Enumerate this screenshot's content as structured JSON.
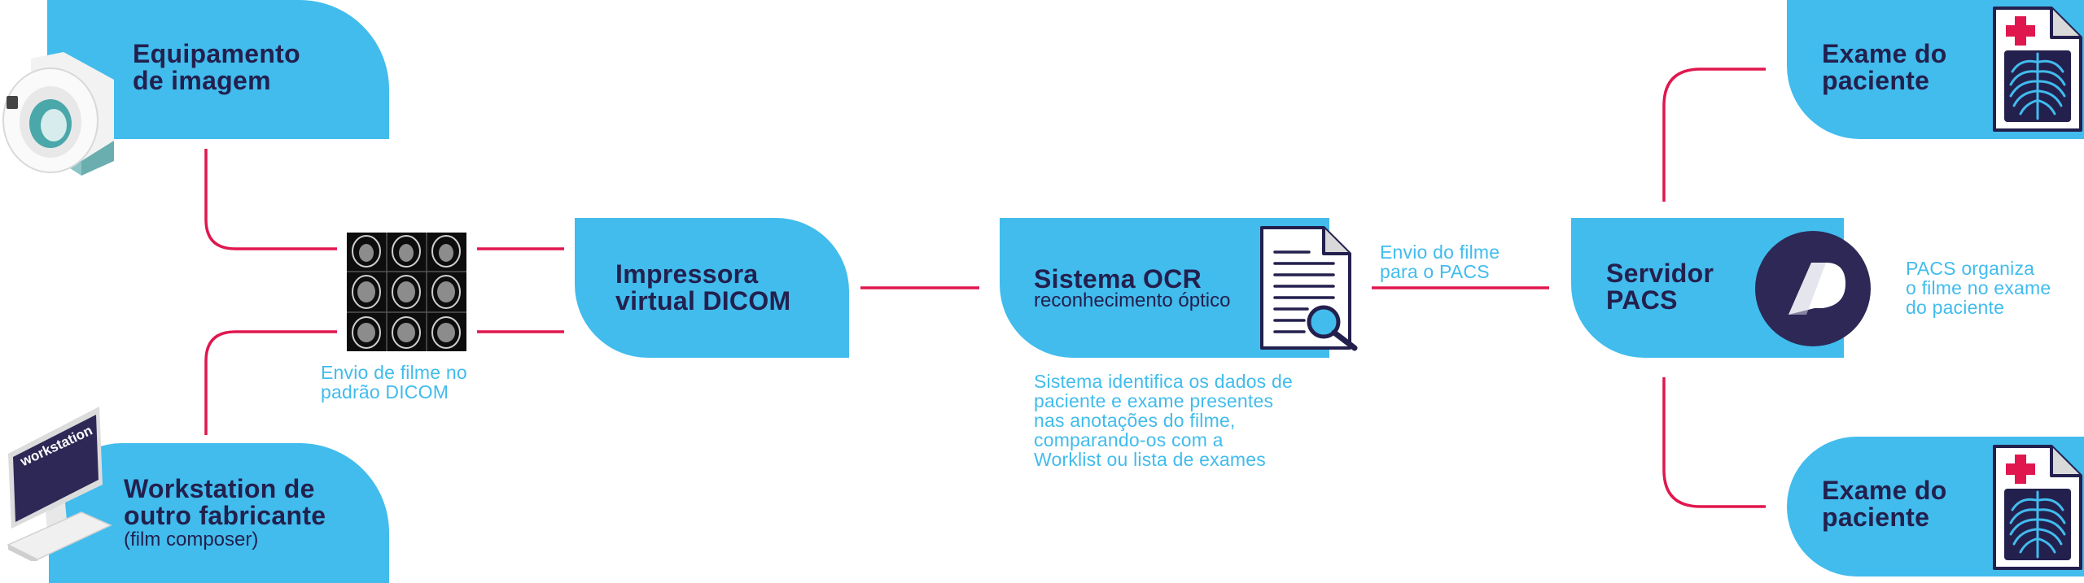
{
  "nodes": {
    "equipamento": {
      "line1": "Equipamento",
      "line2": "de imagem"
    },
    "workstation": {
      "line1": "Workstation de",
      "line2": "outro fabricante",
      "sub": "(film composer)",
      "screen_text": "workstation"
    },
    "impressora": {
      "line1": "Impressora",
      "line2": "virtual DICOM"
    },
    "ocr": {
      "title": "Sistema OCR",
      "sub": "reconhecimento óptico"
    },
    "pacs": {
      "line1": "Servidor",
      "line2": "PACS"
    },
    "exame_top": {
      "line1": "Exame do",
      "line2": "paciente"
    },
    "exame_bottom": {
      "line1": "Exame do",
      "line2": "paciente"
    }
  },
  "notes": {
    "dicom": {
      "line1": "Envio de filme no",
      "line2": "padrão DICOM"
    },
    "ocr": {
      "line1": "Sistema identifica os dados de",
      "line2": "paciente e exame presentes",
      "line3": "nas anotações do filme,",
      "line4": "comparando-os com a",
      "line5": "Worklist ou lista de exames"
    },
    "envio": {
      "line1": "Envio do filme",
      "line2": "para o PACS"
    },
    "pacs": {
      "line1": "PACS organiza",
      "line2": "o filme no exame",
      "line3": "do paciente"
    }
  },
  "icons": [
    "imaging-scanner-icon",
    "dicom-film-icon",
    "document-search-icon",
    "pacs-logo-icon",
    "patient-xray-icon",
    "workstation-monitor-icon"
  ],
  "colors": {
    "box": "#41bced",
    "title": "#23204e",
    "connector": "#e0174f",
    "note": "#41bced",
    "accent_red": "#e0174f"
  }
}
